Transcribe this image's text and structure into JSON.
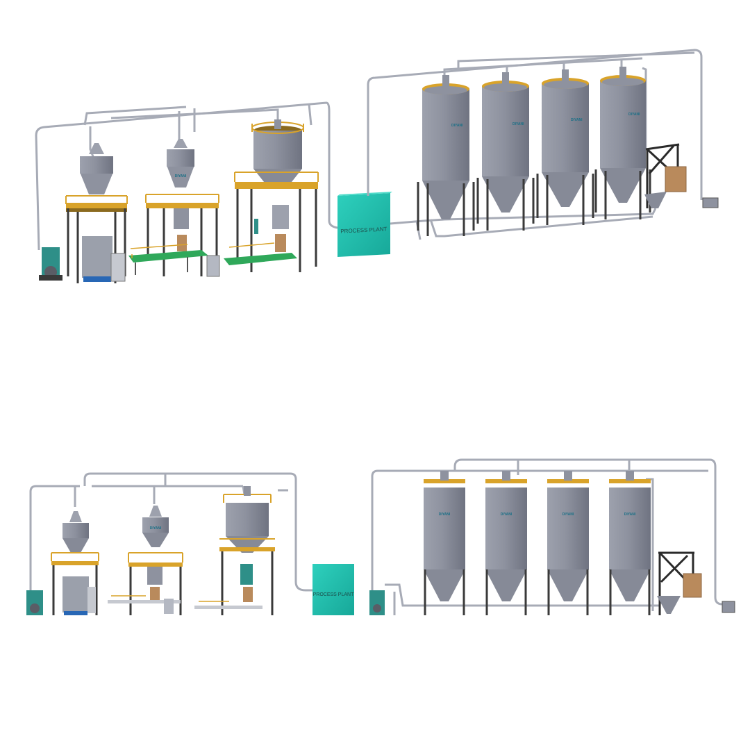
{
  "process_plant_label": "PROCESS PLANT",
  "brand_mark": "DIYANI",
  "views": [
    {
      "name": "perspective-view"
    },
    {
      "name": "elevation-view"
    }
  ],
  "colors": {
    "silo_body": "#8e929f",
    "silo_dark": "#737785",
    "railing": "#d9a32a",
    "pipe": "#a7abb6",
    "process_plant": "#1dbfae",
    "frame": "#3a3a3a",
    "conveyor": "#2fa85a",
    "teal_unit": "#2e8f88",
    "bag": "#b98a5c"
  }
}
